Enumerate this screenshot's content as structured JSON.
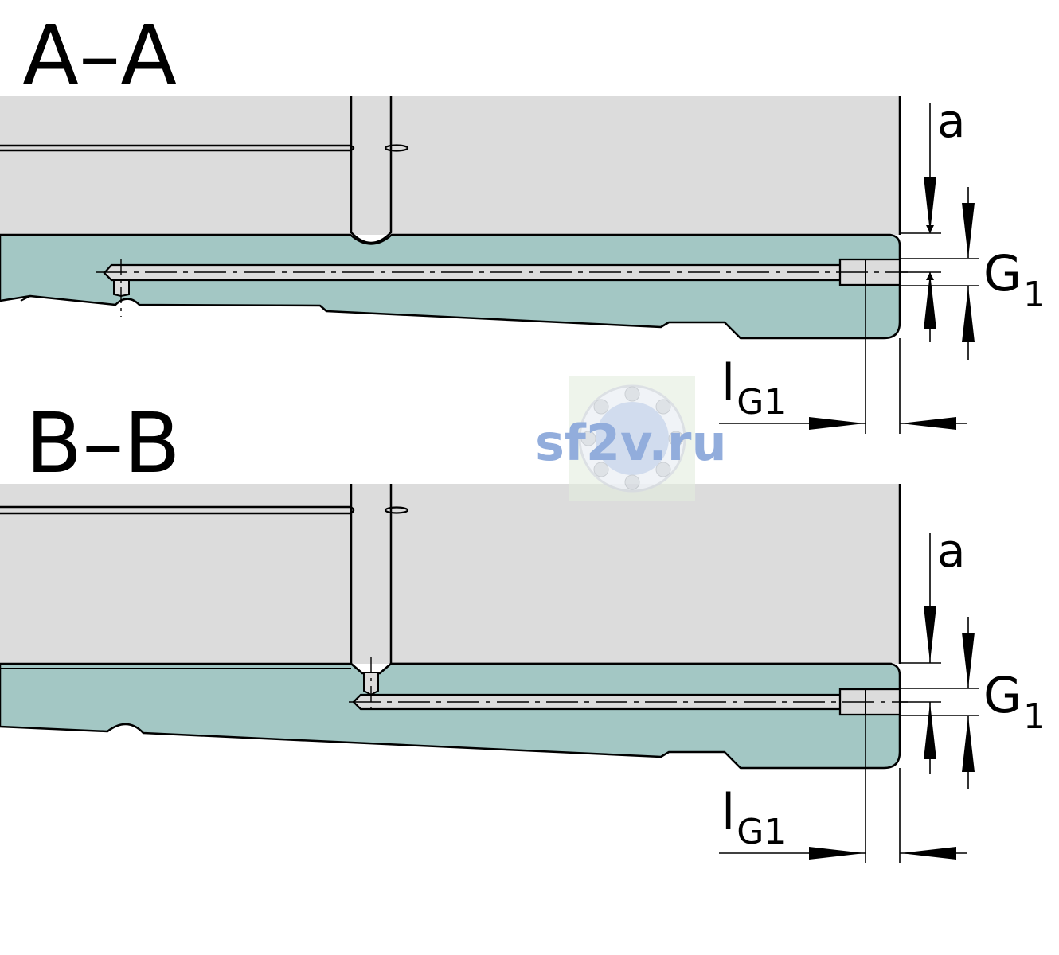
{
  "sections": [
    {
      "title": "A–A",
      "labels": {
        "a": "a",
        "g": "G",
        "g_sub": "1",
        "l": "l",
        "l_sub": "G1"
      }
    },
    {
      "title": "B–B",
      "labels": {
        "a": "a",
        "g": "G",
        "g_sub": "1",
        "l": "l",
        "l_sub": "G1"
      }
    }
  ],
  "watermark": {
    "text": "sf2v.ru"
  },
  "colors": {
    "housing": "#dcdcdc",
    "rail": "#a3c7c4",
    "bore": "#dcdcdc",
    "watermark": "#7f9fd6"
  }
}
